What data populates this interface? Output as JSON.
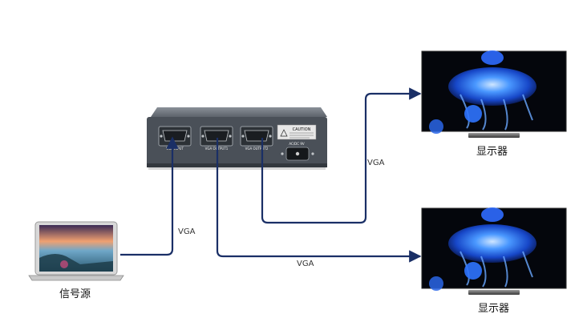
{
  "splitter": {
    "port_input": "VGA INPUT",
    "port_output_1": "VGA OUTPUT1",
    "port_output_2": "VGA OUTPUT2",
    "caution_title": "CAUTION",
    "power_label": "AC/DC 9V"
  },
  "cables": {
    "to_top_monitor": "VGA",
    "from_source": "VGA",
    "to_bottom_monitor": "VGA"
  },
  "devices": {
    "monitor_top": "显示器",
    "monitor_bottom": "显示器",
    "source": "信号源"
  },
  "colors": {
    "cable": "#1a2f66",
    "splitter_body": "#4a5058",
    "screen_bg": "#04060c",
    "jellyfish": "#2a7bff"
  }
}
